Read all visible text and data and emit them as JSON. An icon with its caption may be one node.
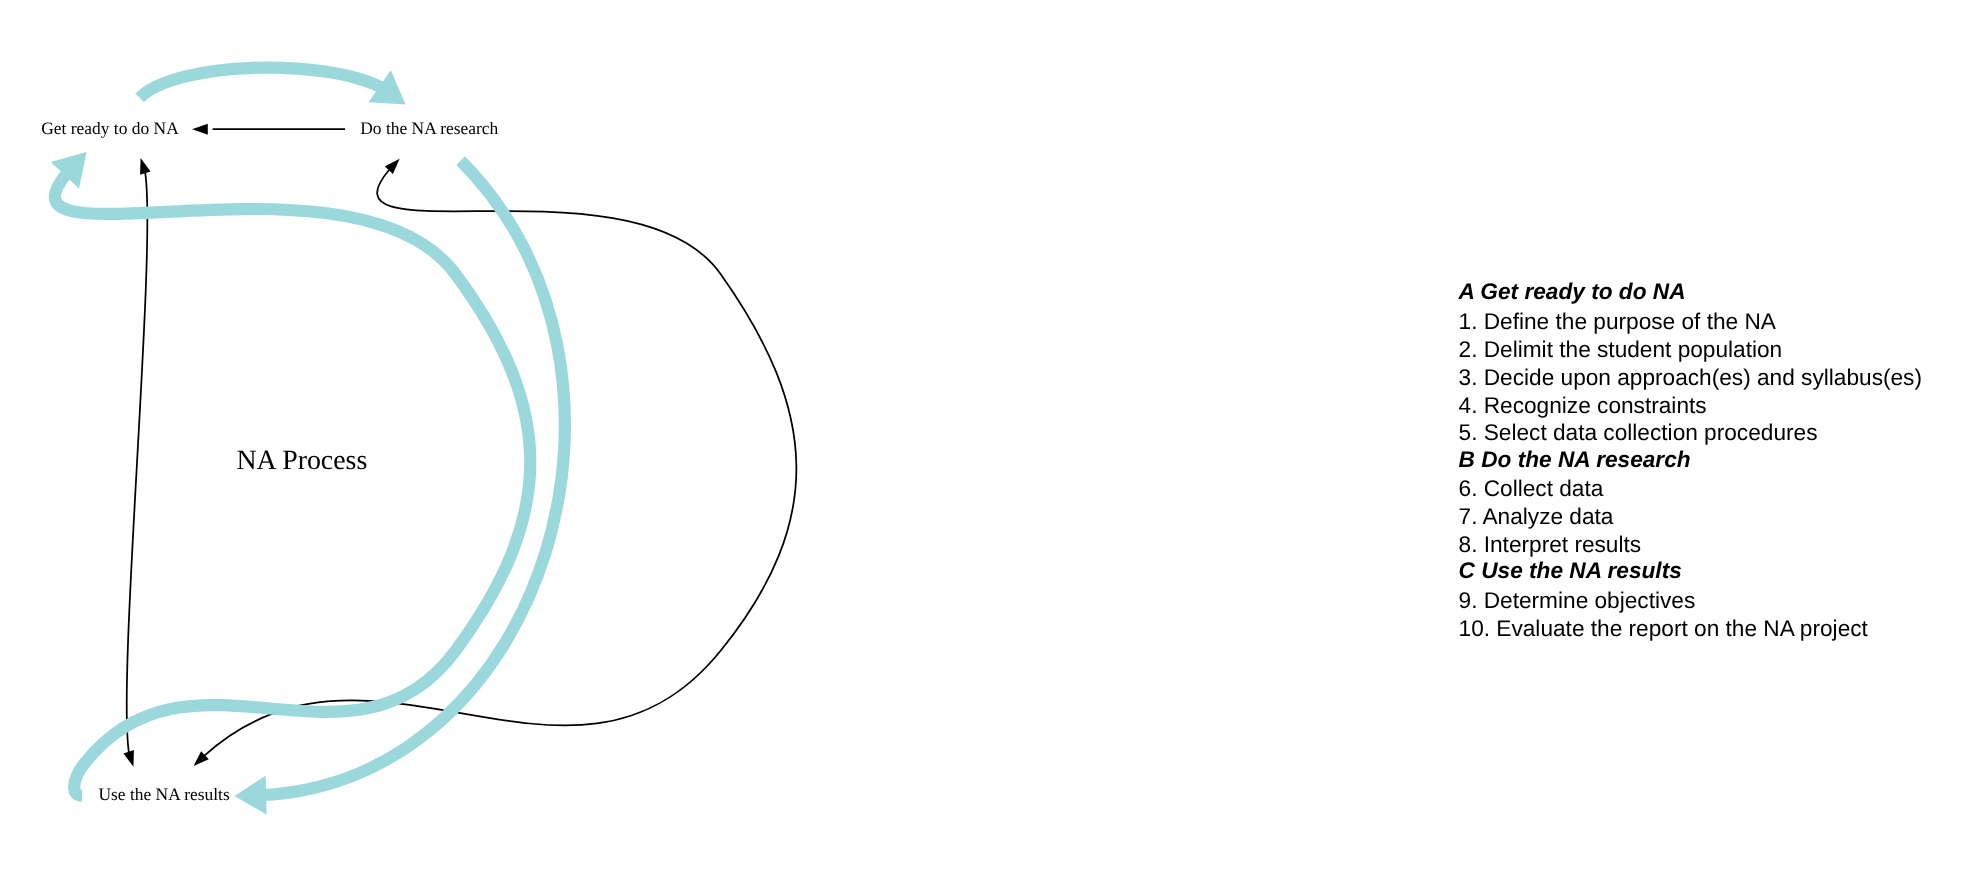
{
  "diagram": {
    "nodes": [
      {
        "text": [
          "Get ready to do NA"
        ]
      },
      {
        "text": [
          "Do the NA research"
        ]
      },
      {
        "text": [
          "NA Process"
        ]
      },
      {
        "text": [
          "Use the NA results"
        ]
      }
    ],
    "edges": [
      {
        "from": 1,
        "to": 0,
        "arrow": "to"
      },
      {
        "from": 0,
        "to": 3,
        "arrow": "both"
      },
      {
        "from": 1,
        "to": 3,
        "arrow": "both"
      },
      {
        "from": 0,
        "to": 1,
        "arrow": "to",
        "style": "thick",
        "color": "#9ad8dc"
      },
      {
        "from": 1,
        "to": 3,
        "arrow": "to",
        "style": "thick",
        "color": "#9ad8dc"
      },
      {
        "from": 3,
        "to": 0,
        "arrow": "to",
        "style": "thick",
        "color": "#9ad8dc"
      }
    ],
    "labels": [
      "A Get ready to do NA",
      "1. Define the purpose of the NA",
      "2. Delimit the student population",
      "3. Decide upon approach(es) and syllabus(es)",
      "4. Recognize constraints",
      "5. Select data collection procedures",
      "B Do the NA research",
      "6. Collect data",
      "7. Analyze data",
      "8. Interpret results",
      "C Use the NA results",
      "9. Determine objectives",
      "10. Evaluate the report on the NA project"
    ]
  }
}
